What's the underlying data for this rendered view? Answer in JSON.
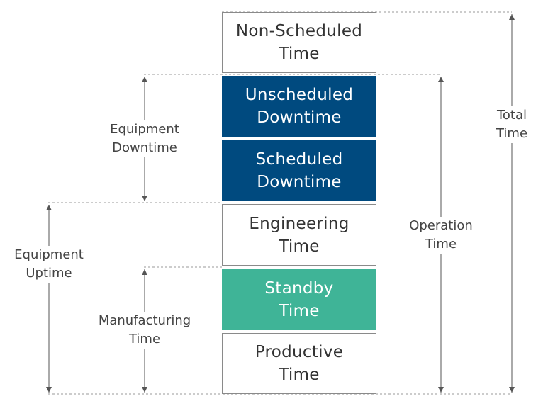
{
  "colors": {
    "dark_blue": "#004a7f",
    "teal": "#3fb497",
    "outline": "#8a8a8a",
    "text_dark": "#333333",
    "label_text": "#444444",
    "guide": "#9a9a9a",
    "arrow": "#555555"
  },
  "blocks": [
    {
      "line1": "Non-Scheduled",
      "line2": "Time"
    },
    {
      "line1": "Unscheduled",
      "line2": "Downtime"
    },
    {
      "line1": "Scheduled",
      "line2": "Downtime"
    },
    {
      "line1": "Engineering",
      "line2": "Time"
    },
    {
      "line1": "Standby",
      "line2": "Time"
    },
    {
      "line1": "Productive",
      "line2": "Time"
    }
  ],
  "labels": {
    "equipment_downtime": {
      "line1": "Equipment",
      "line2": "Downtime"
    },
    "equipment_uptime": {
      "line1": "Equipment",
      "line2": "Uptime"
    },
    "manufacturing_time": {
      "line1": "Manufacturing",
      "line2": "Time"
    },
    "operation_time": {
      "line1": "Operation",
      "line2": "Time"
    },
    "total_time": {
      "line1": "Total",
      "line2": "Time"
    }
  }
}
